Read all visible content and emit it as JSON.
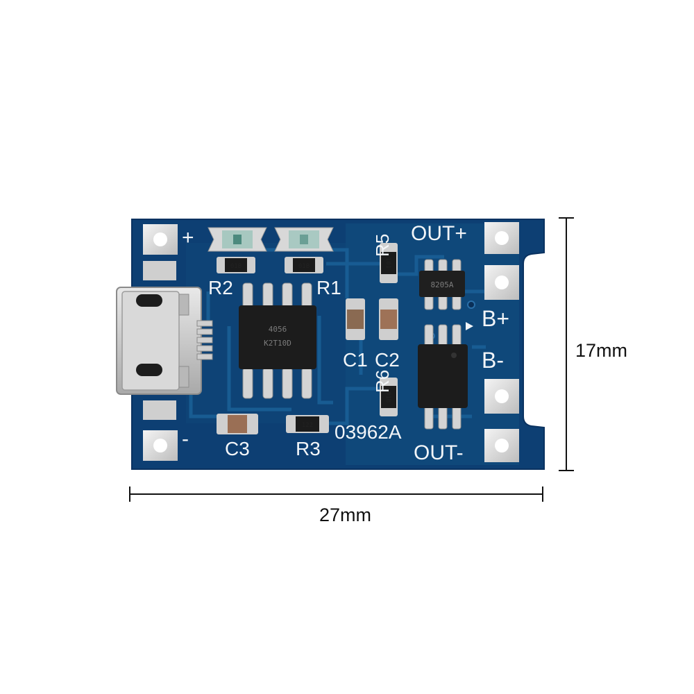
{
  "dimensions": {
    "width": "27mm",
    "height": "17mm"
  },
  "board": {
    "board_code": "03962A",
    "pad_labels": {
      "out_plus": "OUT+",
      "b_plus": "B+",
      "b_minus": "B-",
      "out_minus": "OUT-",
      "in_plus": "+",
      "in_minus": "-"
    },
    "component_labels": {
      "r1": "R1",
      "r2": "R2",
      "r3": "R3",
      "r5": "R5",
      "r6": "R6",
      "c1": "C1",
      "c2": "C2",
      "c3": "C3"
    },
    "chip_markings": {
      "charger_ic_line1": "4056",
      "charger_ic_line2": "K2T10D",
      "protect_ic": "8205A"
    },
    "resistor_markings": {
      "r2": "01B",
      "r1": "01B",
      "r5": "101",
      "r6": "01B",
      "r3": "122"
    },
    "colors": {
      "pcb": "#0d3f73",
      "silkscreen": "#f2f5f8",
      "pad": "#dedede"
    }
  }
}
